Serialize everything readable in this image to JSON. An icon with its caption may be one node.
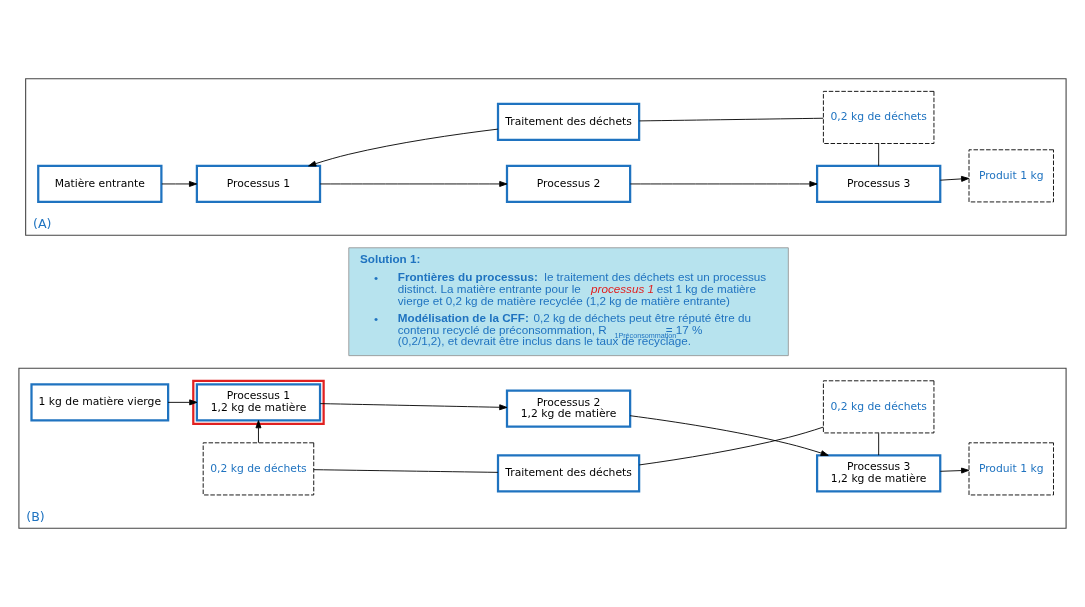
{
  "diagram": {
    "nodes": [
      {
        "text": [
          "(A)"
        ]
      },
      {
        "text": [
          "Matière entrante"
        ],
        "in": 0
      },
      {
        "text": [
          "Processus 1"
        ],
        "in": 0
      },
      {
        "text": [
          "Processus 2"
        ],
        "in": 0
      },
      {
        "text": [
          "Processus 3"
        ],
        "in": 0
      },
      {
        "text": [
          "Produit 1 kg"
        ],
        "in": 0
      },
      {
        "text": [
          "Traitement des déchets"
        ],
        "in": 0
      },
      {
        "text": [
          "0,2 kg de déchets"
        ],
        "in": 0
      },
      {
        "text": [
          "Solution 1:",
          "•",
          "**Frontières du processus:** le traitement des déchets est un processus distinct. La matière entrante pour le *processus 1* est 1 kg de matière vierge et 0,2 kg de matière recyclée (1,2 kg de matière entrante)",
          "•",
          "**Modélisation de la CFF:** 0,2 kg de déchets peut être réputé être du contenu recyclé de préconsommation, R$_{1Préconsommation}$ = 17 % (0,2/1,2), et devrait être inclus dans le taux de recyclage."
        ]
      },
      {
        "text": [
          "(B)"
        ]
      },
      {
        "text": [
          "1 kg de matière vierge"
        ],
        "in": 9
      },
      {
        "text": [],
        "shape": "box",
        "in": 9
      },
      {
        "text": [
          "Processus 1",
          "1,2 kg de matière"
        ],
        "in": 11
      },
      {
        "text": [
          "Processus 2",
          "1,2 kg de matière"
        ],
        "in": 9
      },
      {
        "text": [
          "Processus 3",
          "1,2 kg de matière"
        ],
        "in": 9
      },
      {
        "text": [
          "Produit 1 kg"
        ],
        "in": 9
      },
      {
        "text": [
          "0,2 kg de déchets"
        ],
        "in": 9
      },
      {
        "text": [
          "Traitement des déchets"
        ],
        "in": 9
      },
      {
        "text": [
          "0,2 kg de déchets"
        ],
        "in": 9
      }
    ],
    "edges": [
      {
        "from": 1,
        "to": 2,
        "arrow": "to"
      },
      {
        "from": 2,
        "to": 3,
        "arrow": "to"
      },
      {
        "from": 3,
        "to": 4,
        "arrow": "to"
      },
      {
        "from": 4,
        "to": 5,
        "arrow": "to"
      },
      {
        "from": 4,
        "to": 7,
        "arrow": "none"
      },
      {
        "from": 7,
        "to": 6,
        "arrow": "none"
      },
      {
        "from": 6,
        "to": 2,
        "arrow": "to"
      },
      {
        "from": 10,
        "to": 12,
        "arrow": "to"
      },
      {
        "from": 12,
        "to": 13,
        "arrow": "to"
      },
      {
        "from": 13,
        "to": 14,
        "arrow": "to"
      },
      {
        "from": 14,
        "to": 15,
        "arrow": "to"
      },
      {
        "from": 14,
        "to": 18,
        "arrow": "none"
      },
      {
        "from": 18,
        "to": 17,
        "arrow": "none"
      },
      {
        "from": 17,
        "to": 16,
        "arrow": "none"
      },
      {
        "from": 16,
        "to": 12,
        "arrow": "to"
      }
    ]
  }
}
